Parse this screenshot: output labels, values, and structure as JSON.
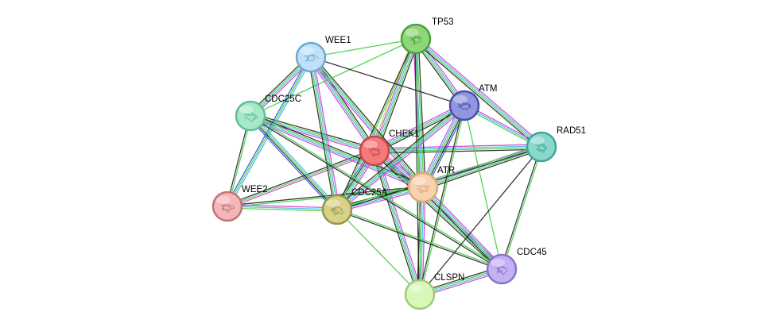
{
  "network": {
    "edge_colors": {
      "neighborhood": "#c8d84a",
      "experiments": "#d040d0",
      "databases": "#40b8e8",
      "textmining": "#44d044",
      "coexpression": "#222222",
      "homology": "#3050e0",
      "cooccurrence": "#a0a0ff",
      "fusion": "#ff5050"
    },
    "nodes": [
      {
        "id": "TP53",
        "label": "TP53",
        "fill": "#8fd67a",
        "stroke": "#4aa03c",
        "structure": true
      },
      {
        "id": "WEE1",
        "label": "WEE1",
        "fill": "#bfe0f8",
        "stroke": "#6fa8d0",
        "structure": true
      },
      {
        "id": "ATM",
        "label": "ATM",
        "fill": "#9096e0",
        "stroke": "#4a50a8",
        "structure": true
      },
      {
        "id": "CDC25C",
        "label": "CDC25C",
        "fill": "#a6e8c8",
        "stroke": "#5fbf94",
        "structure": true
      },
      {
        "id": "CHEK1",
        "label": "CHEK1",
        "fill": "#f47a7a",
        "stroke": "#c84646",
        "structure": true
      },
      {
        "id": "RAD51",
        "label": "RAD51",
        "fill": "#8ad8cc",
        "stroke": "#3fa696",
        "structure": true
      },
      {
        "id": "ATR",
        "label": "ATR",
        "fill": "#f8d2b0",
        "stroke": "#d8a878",
        "structure": true
      },
      {
        "id": "WEE2",
        "label": "WEE2",
        "fill": "#f4b6b8",
        "stroke": "#c07476",
        "structure": true
      },
      {
        "id": "CDC25A",
        "label": "CDC25A",
        "fill": "#d6d28a",
        "stroke": "#98944a",
        "structure": true
      },
      {
        "id": "CDC45",
        "label": "CDC45",
        "fill": "#c4b0f4",
        "stroke": "#8a74c8",
        "structure": true
      },
      {
        "id": "CLSPN",
        "label": "CLSPN",
        "fill": "#d8f8b8",
        "stroke": "#a0c87c",
        "structure": false
      }
    ],
    "edges": [
      {
        "a": "CHEK1",
        "b": "ATR",
        "types": [
          "neighborhood",
          "experiments",
          "databases",
          "textmining",
          "coexpression",
          "homology"
        ]
      },
      {
        "a": "CHEK1",
        "b": "CDC25A",
        "types": [
          "experiments",
          "databases",
          "textmining",
          "coexpression",
          "homology"
        ]
      },
      {
        "a": "CHEK1",
        "b": "CDC25C",
        "types": [
          "experiments",
          "databases",
          "textmining",
          "coexpression"
        ]
      },
      {
        "a": "CHEK1",
        "b": "WEE1",
        "types": [
          "experiments",
          "databases",
          "textmining",
          "coexpression"
        ]
      },
      {
        "a": "CHEK1",
        "b": "TP53",
        "types": [
          "neighborhood",
          "experiments",
          "databases",
          "textmining",
          "coexpression"
        ]
      },
      {
        "a": "CHEK1",
        "b": "ATM",
        "types": [
          "experiments",
          "databases",
          "textmining",
          "coexpression"
        ]
      },
      {
        "a": "CHEK1",
        "b": "RAD51",
        "types": [
          "experiments",
          "databases",
          "textmining",
          "coexpression"
        ]
      },
      {
        "a": "CHEK1",
        "b": "WEE2",
        "types": [
          "experiments",
          "textmining",
          "coexpression"
        ]
      },
      {
        "a": "CHEK1",
        "b": "CDC45",
        "types": [
          "experiments",
          "databases",
          "textmining",
          "coexpression"
        ]
      },
      {
        "a": "CHEK1",
        "b": "CLSPN",
        "types": [
          "experiments",
          "databases",
          "textmining",
          "coexpression"
        ]
      },
      {
        "a": "ATR",
        "b": "TP53",
        "types": [
          "experiments",
          "databases",
          "textmining",
          "coexpression"
        ]
      },
      {
        "a": "ATR",
        "b": "ATM",
        "types": [
          "experiments",
          "databases",
          "textmining",
          "coexpression",
          "homology"
        ]
      },
      {
        "a": "ATR",
        "b": "RAD51",
        "types": [
          "experiments",
          "databases",
          "textmining",
          "coexpression"
        ]
      },
      {
        "a": "ATR",
        "b": "CDC25A",
        "types": [
          "experiments",
          "databases",
          "textmining",
          "coexpression"
        ]
      },
      {
        "a": "ATR",
        "b": "CDC25C",
        "types": [
          "experiments",
          "databases",
          "textmining",
          "coexpression"
        ]
      },
      {
        "a": "ATR",
        "b": "WEE1",
        "types": [
          "experiments",
          "databases",
          "textmining",
          "coexpression"
        ]
      },
      {
        "a": "ATR",
        "b": "CDC45",
        "types": [
          "experiments",
          "databases",
          "textmining",
          "coexpression"
        ]
      },
      {
        "a": "ATR",
        "b": "CLSPN",
        "types": [
          "experiments",
          "databases",
          "textmining",
          "coexpression"
        ]
      },
      {
        "a": "ATR",
        "b": "WEE2",
        "types": [
          "textmining",
          "coexpression"
        ]
      },
      {
        "a": "TP53",
        "b": "ATM",
        "types": [
          "experiments",
          "databases",
          "textmining",
          "coexpression"
        ]
      },
      {
        "a": "TP53",
        "b": "RAD51",
        "types": [
          "experiments",
          "databases",
          "textmining",
          "coexpression"
        ]
      },
      {
        "a": "TP53",
        "b": "WEE1",
        "types": [
          "textmining"
        ]
      },
      {
        "a": "TP53",
        "b": "CDC25C",
        "types": [
          "textmining"
        ]
      },
      {
        "a": "TP53",
        "b": "CDC25A",
        "types": [
          "textmining",
          "coexpression"
        ]
      },
      {
        "a": "TP53",
        "b": "CLSPN",
        "types": [
          "textmining",
          "coexpression"
        ]
      },
      {
        "a": "ATM",
        "b": "RAD51",
        "types": [
          "experiments",
          "databases",
          "textmining"
        ]
      },
      {
        "a": "ATM",
        "b": "CDC25A",
        "types": [
          "experiments",
          "databases",
          "textmining",
          "coexpression"
        ]
      },
      {
        "a": "ATM",
        "b": "WEE1",
        "types": [
          "coexpression"
        ]
      },
      {
        "a": "ATM",
        "b": "CLSPN",
        "types": [
          "textmining",
          "coexpression"
        ]
      },
      {
        "a": "ATM",
        "b": "CDC45",
        "types": [
          "textmining"
        ]
      },
      {
        "a": "WEE1",
        "b": "CDC25C",
        "types": [
          "experiments",
          "databases",
          "textmining",
          "coexpression"
        ]
      },
      {
        "a": "WEE1",
        "b": "WEE2",
        "types": [
          "databases",
          "textmining",
          "homology"
        ]
      },
      {
        "a": "WEE1",
        "b": "CDC25A",
        "types": [
          "experiments",
          "databases",
          "textmining",
          "coexpression"
        ]
      },
      {
        "a": "CDC25C",
        "b": "WEE2",
        "types": [
          "textmining",
          "coexpression"
        ]
      },
      {
        "a": "CDC25C",
        "b": "CDC25A",
        "types": [
          "databases",
          "textmining",
          "coexpression",
          "homology"
        ]
      },
      {
        "a": "CDC25C",
        "b": "CDC45",
        "types": [
          "textmining",
          "coexpression"
        ]
      },
      {
        "a": "WEE2",
        "b": "CDC25A",
        "types": [
          "experiments",
          "databases",
          "textmining"
        ]
      },
      {
        "a": "CDC25A",
        "b": "RAD51",
        "types": [
          "textmining",
          "coexpression"
        ]
      },
      {
        "a": "CDC25A",
        "b": "CDC45",
        "types": [
          "textmining",
          "coexpression"
        ]
      },
      {
        "a": "CDC25A",
        "b": "CLSPN",
        "types": [
          "textmining"
        ]
      },
      {
        "a": "RAD51",
        "b": "CDC45",
        "types": [
          "textmining",
          "coexpression"
        ]
      },
      {
        "a": "RAD51",
        "b": "CLSPN",
        "types": [
          "coexpression"
        ]
      },
      {
        "a": "CDC45",
        "b": "CLSPN",
        "types": [
          "experiments",
          "databases",
          "textmining",
          "coexpression"
        ]
      }
    ]
  }
}
